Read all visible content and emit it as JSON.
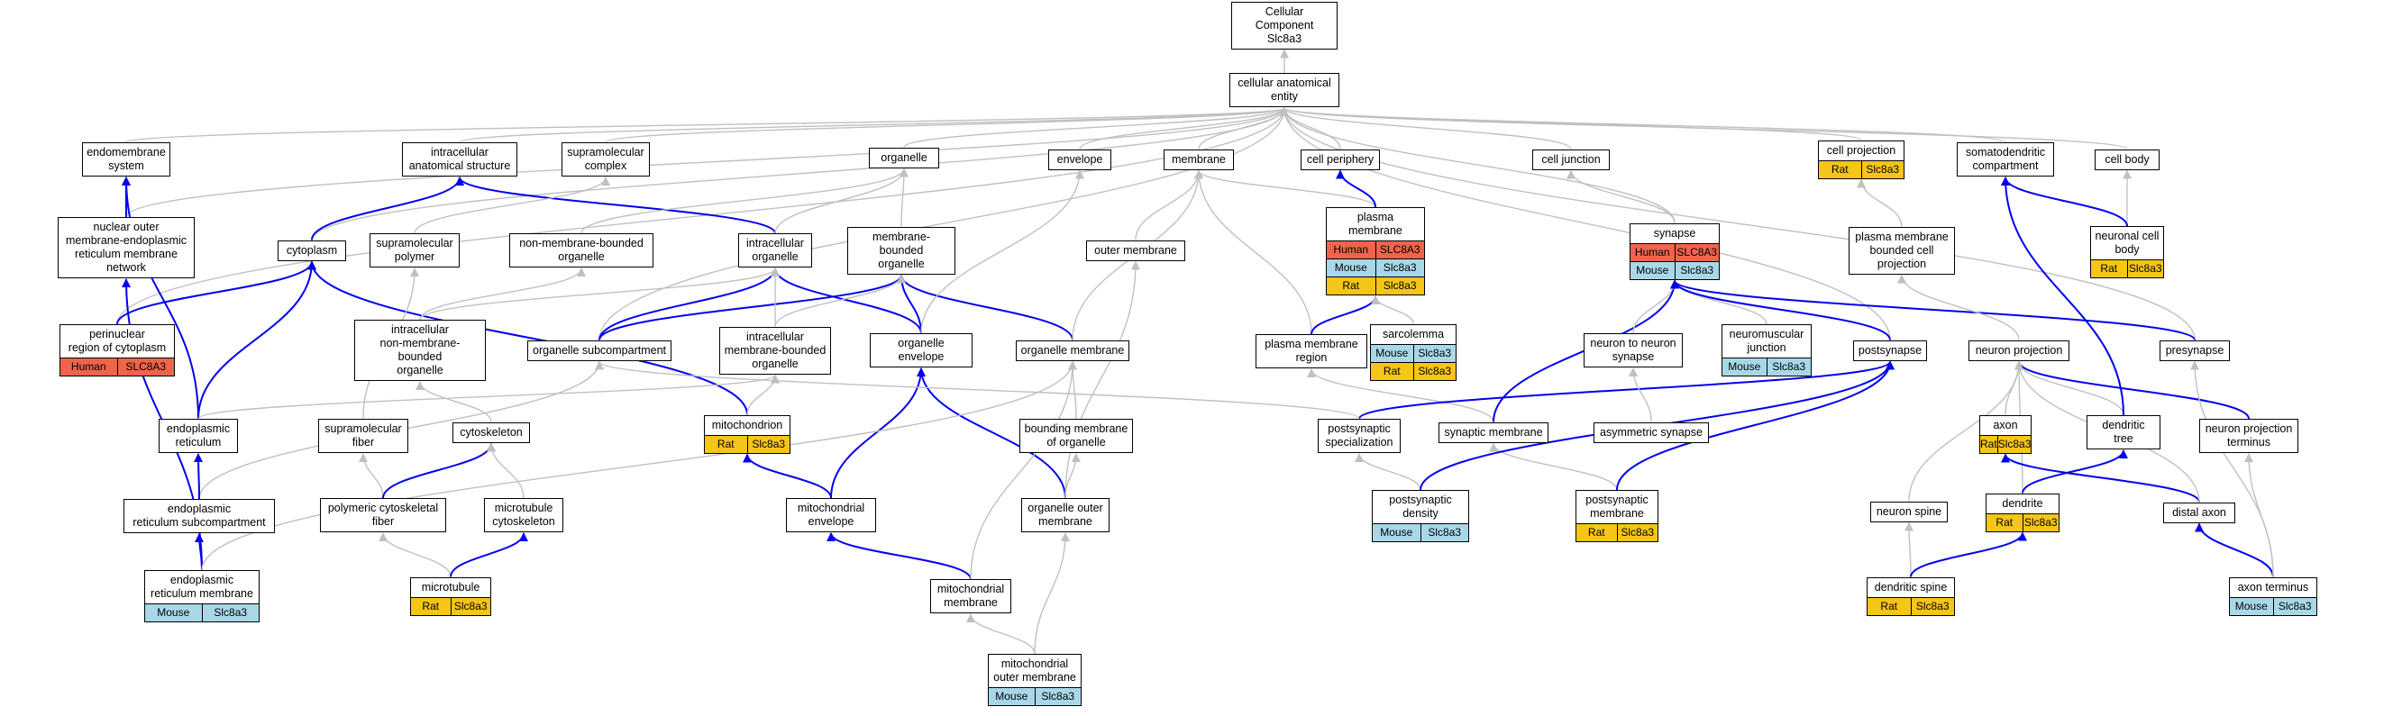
{
  "colors": {
    "gray_edge": "#c0c0c0",
    "blue_edge": "#0000ee",
    "human": "#f0644b",
    "mouse": "#a8d8e8",
    "rat": "#f5c518"
  },
  "nodes": [
    {
      "id": "cc",
      "label": "Cellular Component\nSlc8a3"
    },
    {
      "id": "cae",
      "label": "cellular anatomical\nentity"
    },
    {
      "id": "endomembrane",
      "label": "endomembrane\nsystem"
    },
    {
      "id": "ias",
      "label": "intracellular\nanatomical structure"
    },
    {
      "id": "supracomplex",
      "label": "supramolecular\ncomplex"
    },
    {
      "id": "organelle",
      "label": "organelle"
    },
    {
      "id": "envelope",
      "label": "envelope"
    },
    {
      "id": "membrane",
      "label": "membrane"
    },
    {
      "id": "periphery",
      "label": "cell periphery"
    },
    {
      "id": "junction",
      "label": "cell junction"
    },
    {
      "id": "cellproj",
      "label": "cell projection",
      "species": [
        [
          "Rat",
          "Slc8a3"
        ]
      ]
    },
    {
      "id": "somato",
      "label": "somatodendritic\ncompartment"
    },
    {
      "id": "cellbody",
      "label": "cell body"
    },
    {
      "id": "nucouter",
      "label": "nuclear outer\nmembrane-endoplasmic\nreticulum membrane\nnetwork"
    },
    {
      "id": "cytoplasm",
      "label": "cytoplasm"
    },
    {
      "id": "supapolymer",
      "label": "supramolecular\npolymer"
    },
    {
      "id": "nonmemorg",
      "label": "non-membrane-bounded\norganelle"
    },
    {
      "id": "intorg",
      "label": "intracellular\norganelle"
    },
    {
      "id": "memorg",
      "label": "membrane-bounded\norganelle"
    },
    {
      "id": "outermem",
      "label": "outer membrane"
    },
    {
      "id": "plasmamem",
      "label": "plasma membrane",
      "species": [
        [
          "Human",
          "SLC8A3"
        ],
        [
          "Mouse",
          "Slc8a3"
        ],
        [
          "Rat",
          "Slc8a3"
        ]
      ]
    },
    {
      "id": "synapse",
      "label": "synapse",
      "species": [
        [
          "Human",
          "SLC8A3"
        ],
        [
          "Mouse",
          "Slc8a3"
        ]
      ]
    },
    {
      "id": "pmbcp",
      "label": "plasma membrane\nbounded cell\nprojection"
    },
    {
      "id": "ncbody",
      "label": "neuronal cell\nbody",
      "species": [
        [
          "Rat",
          "Slc8a3"
        ]
      ]
    },
    {
      "id": "perinuclear",
      "label": "perinuclear\nregion of cytoplasm",
      "species": [
        [
          "Human",
          "SLC8A3"
        ]
      ]
    },
    {
      "id": "intnonmem",
      "label": "intracellular\nnon-membrane-bounded\norganelle"
    },
    {
      "id": "orgsub",
      "label": "organelle subcompartment"
    },
    {
      "id": "intmemorg",
      "label": "intracellular\nmembrane-bounded\norganelle"
    },
    {
      "id": "orgenv",
      "label": "organelle envelope"
    },
    {
      "id": "orgmem",
      "label": "organelle membrane"
    },
    {
      "id": "pmregion",
      "label": "plasma membrane\nregion"
    },
    {
      "id": "sarcolemma",
      "label": "sarcolemma",
      "species": [
        [
          "Mouse",
          "Slc8a3"
        ],
        [
          "Rat",
          "Slc8a3"
        ]
      ]
    },
    {
      "id": "n2n",
      "label": "neuron to neuron\nsynapse"
    },
    {
      "id": "nmj",
      "label": "neuromuscular\njunction",
      "species": [
        [
          "Mouse",
          "Slc8a3"
        ]
      ]
    },
    {
      "id": "postsynapse",
      "label": "postsynapse"
    },
    {
      "id": "neuronproj",
      "label": "neuron projection"
    },
    {
      "id": "presynapse",
      "label": "presynapse"
    },
    {
      "id": "er",
      "label": "endoplasmic\nreticulum"
    },
    {
      "id": "supafiber",
      "label": "supramolecular\nfiber"
    },
    {
      "id": "cytoskeleton",
      "label": "cytoskeleton"
    },
    {
      "id": "mito",
      "label": "mitochondrion",
      "species": [
        [
          "Rat",
          "Slc8a3"
        ]
      ]
    },
    {
      "id": "bmo",
      "label": "bounding membrane\nof organelle"
    },
    {
      "id": "pss",
      "label": "postsynaptic\nspecialization"
    },
    {
      "id": "synmem",
      "label": "synaptic membrane"
    },
    {
      "id": "asymsyn",
      "label": "asymmetric synapse"
    },
    {
      "id": "axon",
      "label": "axon",
      "species": [
        [
          "Rat",
          "Slc8a3"
        ]
      ]
    },
    {
      "id": "dendtree",
      "label": "dendritic tree"
    },
    {
      "id": "npt",
      "label": "neuron projection\nterminus"
    },
    {
      "id": "ersub",
      "label": "endoplasmic\nreticulum subcompartment"
    },
    {
      "id": "polycyto",
      "label": "polymeric cytoskeletal\nfiber"
    },
    {
      "id": "mtcyto",
      "label": "microtubule\ncytoskeleton"
    },
    {
      "id": "mitoenv",
      "label": "mitochondrial\nenvelope"
    },
    {
      "id": "orgoutmem",
      "label": "organelle outer\nmembrane"
    },
    {
      "id": "psd",
      "label": "postsynaptic\ndensity",
      "species": [
        [
          "Mouse",
          "Slc8a3"
        ]
      ]
    },
    {
      "id": "psm",
      "label": "postsynaptic\nmembrane",
      "species": [
        [
          "Rat",
          "Slc8a3"
        ]
      ]
    },
    {
      "id": "spine",
      "label": "neuron spine"
    },
    {
      "id": "dendrite",
      "label": "dendrite",
      "species": [
        [
          "Rat",
          "Slc8a3"
        ]
      ]
    },
    {
      "id": "distalaxon",
      "label": "distal axon"
    },
    {
      "id": "ermem",
      "label": "endoplasmic\nreticulum membrane",
      "species": [
        [
          "Mouse",
          "Slc8a3"
        ]
      ]
    },
    {
      "id": "microtubule",
      "label": "microtubule",
      "species": [
        [
          "Rat",
          "Slc8a3"
        ]
      ]
    },
    {
      "id": "mitomem",
      "label": "mitochondrial\nmembrane"
    },
    {
      "id": "dspine",
      "label": "dendritic spine",
      "species": [
        [
          "Rat",
          "Slc8a3"
        ]
      ]
    },
    {
      "id": "axonterm",
      "label": "axon terminus",
      "species": [
        [
          "Mouse",
          "Slc8a3"
        ]
      ]
    },
    {
      "id": "mitoouter",
      "label": "mitochondrial\nouter membrane",
      "species": [
        [
          "Mouse",
          "Slc8a3"
        ]
      ]
    }
  ],
  "edges": [
    [
      "cae",
      "cc",
      "g"
    ],
    [
      "endomembrane",
      "cae",
      "g"
    ],
    [
      "ias",
      "cae",
      "g"
    ],
    [
      "supracomplex",
      "cae",
      "g"
    ],
    [
      "organelle",
      "cae",
      "g"
    ],
    [
      "envelope",
      "cae",
      "g"
    ],
    [
      "membrane",
      "cae",
      "g"
    ],
    [
      "periphery",
      "cae",
      "g"
    ],
    [
      "junction",
      "cae",
      "g"
    ],
    [
      "cellproj",
      "cae",
      "g"
    ],
    [
      "somato",
      "cae",
      "g"
    ],
    [
      "cellbody",
      "cae",
      "g"
    ],
    [
      "cytoplasm",
      "cae",
      "g"
    ],
    [
      "orgsub",
      "cae",
      "g"
    ],
    [
      "synapse",
      "cae",
      "g"
    ],
    [
      "postsynapse",
      "cae",
      "g"
    ],
    [
      "presynapse",
      "cae",
      "g"
    ],
    [
      "nucouter",
      "cae",
      "g"
    ],
    [
      "perinuclear",
      "cae",
      "g"
    ],
    [
      "nucouter",
      "endomembrane",
      "b"
    ],
    [
      "cytoplasm",
      "ias",
      "b"
    ],
    [
      "intorg",
      "ias",
      "b"
    ],
    [
      "er",
      "endomembrane",
      "b"
    ],
    [
      "ermem",
      "nucouter",
      "b"
    ],
    [
      "perinuclear",
      "cytoplasm",
      "b"
    ],
    [
      "er",
      "cytoplasm",
      "b"
    ],
    [
      "mito",
      "cytoplasm",
      "b"
    ],
    [
      "intorg",
      "organelle",
      "g"
    ],
    [
      "memorg",
      "organelle",
      "g"
    ],
    [
      "nonmemorg",
      "organelle",
      "g"
    ],
    [
      "supapolymer",
      "supracomplex",
      "g"
    ],
    [
      "orgsub",
      "intorg",
      "b"
    ],
    [
      "orgsub",
      "memorg",
      "b"
    ],
    [
      "orgenv",
      "memorg",
      "b"
    ],
    [
      "orgenv",
      "intorg",
      "b"
    ],
    [
      "orgmem",
      "memorg",
      "b"
    ],
    [
      "mitoenv",
      "mito",
      "b"
    ],
    [
      "mitoenv",
      "orgenv",
      "b"
    ],
    [
      "orgoutmem",
      "orgenv",
      "b"
    ],
    [
      "mitomem",
      "mitoenv",
      "b"
    ],
    [
      "intnonmem",
      "nonmemorg",
      "g"
    ],
    [
      "intnonmem",
      "intorg",
      "g"
    ],
    [
      "intmemorg",
      "intorg",
      "g"
    ],
    [
      "intmemorg",
      "memorg",
      "g"
    ],
    [
      "mito",
      "intmemorg",
      "g"
    ],
    [
      "er",
      "intmemorg",
      "g"
    ],
    [
      "cytoskeleton",
      "intnonmem",
      "g"
    ],
    [
      "supafiber",
      "supapolymer",
      "g"
    ],
    [
      "polycyto",
      "supafiber",
      "g"
    ],
    [
      "polycyto",
      "cytoskeleton",
      "b"
    ],
    [
      "mtcyto",
      "cytoskeleton",
      "g"
    ],
    [
      "microtubule",
      "polycyto",
      "g"
    ],
    [
      "microtubule",
      "mtcyto",
      "b"
    ],
    [
      "ersub",
      "orgsub",
      "g"
    ],
    [
      "ersub",
      "er",
      "b"
    ],
    [
      "ermem",
      "ersub",
      "b"
    ],
    [
      "ermem",
      "orgmem",
      "g"
    ],
    [
      "outermem",
      "membrane",
      "g"
    ],
    [
      "orgmem",
      "membrane",
      "g"
    ],
    [
      "plasmamem",
      "membrane",
      "g"
    ],
    [
      "pmregion",
      "membrane",
      "g"
    ],
    [
      "orgenv",
      "envelope",
      "g"
    ],
    [
      "orgoutmem",
      "outermem",
      "g"
    ],
    [
      "orgoutmem",
      "bmo",
      "g"
    ],
    [
      "bmo",
      "orgmem",
      "g"
    ],
    [
      "mitoouter",
      "orgoutmem",
      "g"
    ],
    [
      "mitoouter",
      "mitomem",
      "g"
    ],
    [
      "mitomem",
      "orgmem",
      "g"
    ],
    [
      "plasmamem",
      "periphery",
      "b"
    ],
    [
      "pmregion",
      "plasmamem",
      "b"
    ],
    [
      "sarcolemma",
      "plasmamem",
      "g"
    ],
    [
      "synmem",
      "pmregion",
      "g"
    ],
    [
      "synmem",
      "synapse",
      "b"
    ],
    [
      "psm",
      "synmem",
      "g"
    ],
    [
      "psm",
      "postsynapse",
      "b"
    ],
    [
      "psd",
      "pss",
      "g"
    ],
    [
      "psd",
      "postsynapse",
      "b"
    ],
    [
      "pss",
      "postsynapse",
      "b"
    ],
    [
      "pss",
      "orgsub",
      "g"
    ],
    [
      "synapse",
      "junction",
      "g"
    ],
    [
      "n2n",
      "synapse",
      "g"
    ],
    [
      "nmj",
      "synapse",
      "g"
    ],
    [
      "asymsyn",
      "n2n",
      "g"
    ],
    [
      "postsynapse",
      "synapse",
      "b"
    ],
    [
      "presynapse",
      "synapse",
      "b"
    ],
    [
      "pmbcp",
      "cellproj",
      "g"
    ],
    [
      "neuronproj",
      "pmbcp",
      "g"
    ],
    [
      "axon",
      "neuronproj",
      "g"
    ],
    [
      "dendtree",
      "neuronproj",
      "g"
    ],
    [
      "dendtree",
      "somato",
      "b"
    ],
    [
      "npt",
      "neuronproj",
      "b"
    ],
    [
      "spine",
      "neuronproj",
      "g"
    ],
    [
      "dendrite",
      "neuronproj",
      "g"
    ],
    [
      "dendrite",
      "dendtree",
      "b"
    ],
    [
      "distalaxon",
      "axon",
      "b"
    ],
    [
      "distalaxon",
      "neuronproj",
      "g"
    ],
    [
      "dspine",
      "spine",
      "g"
    ],
    [
      "dspine",
      "dendrite",
      "b"
    ],
    [
      "axonterm",
      "distalaxon",
      "b"
    ],
    [
      "axonterm",
      "npt",
      "g"
    ],
    [
      "axonterm",
      "presynapse",
      "g"
    ],
    [
      "ncbody",
      "cellbody",
      "g"
    ],
    [
      "ncbody",
      "somato",
      "b"
    ]
  ]
}
